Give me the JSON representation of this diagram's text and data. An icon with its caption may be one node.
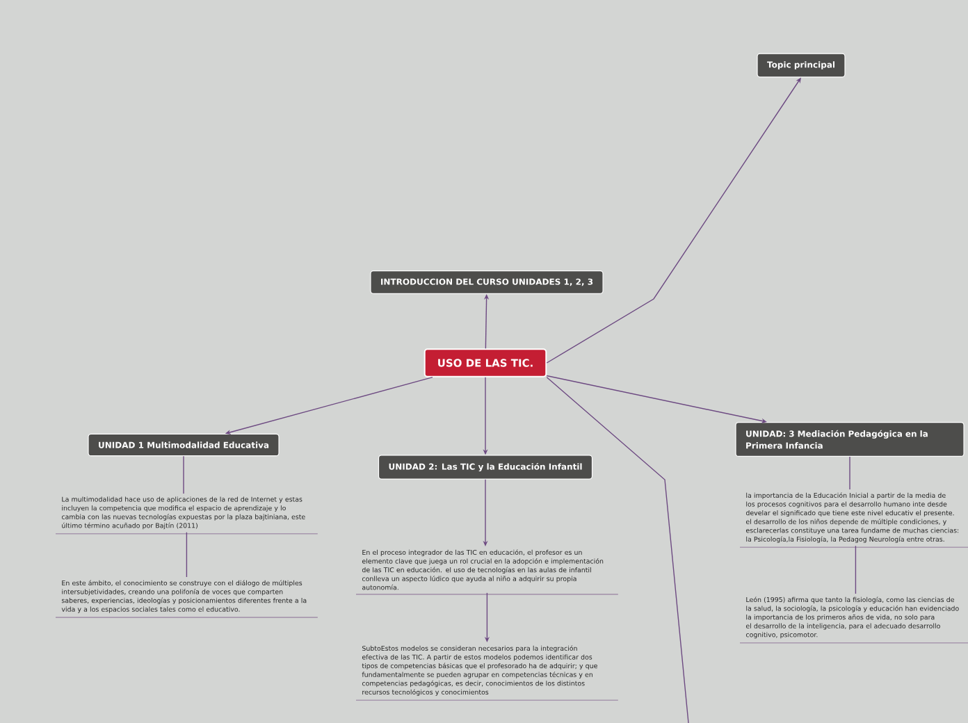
{
  "diagram": {
    "nodes": [
      {
        "text": [
          "USO DE LAS TIC."
        ]
      },
      {
        "text": [
          "Topic principal"
        ]
      },
      {
        "text": [
          "INTRODUCCION DEL CURSO UNIDADES 1, 2, 3"
        ]
      },
      {
        "text": [
          "UNIDAD 1 Multimodalidad Educativa"
        ]
      },
      {
        "text": [
          "UNIDAD 2: Las TIC y la Educación Infantil"
        ]
      },
      {
        "text": [
          "UNIDAD: 3  Mediación Pedagógica en la Primera Infancia"
        ]
      },
      {
        "text": [
          "La multimodalidad hace uso de aplicaciones de la red de Internet y estas incluyen la competencia que modifica el espacio de aprendizaje y lo cambia con las nuevas tecnologías expuestas por la plaza bajtiniana, este último término acuñado por Bajtín (2011)"
        ]
      },
      {
        "text": [
          "En este ámbito, el conocimiento se construye con el diálogo de múltiples intersubjetividades, creando una polifonía de voces que comparten saberes, experiencias, ideologías y posicionamientos diferentes frente a la vida y a los espacios sociales tales como el educativo."
        ]
      },
      {
        "text": [
          "En el proceso integrador de las TIC en educación, el profesor es un elemento clave que juega un rol crucial en la adopción e implementación de las TIC en educación. el uso de tecnologías en las aulas de infantil conlleva un aspecto lúdico que ayuda al niño a adquirir su propia autonomía."
        ]
      },
      {
        "text": [
          "SubtoEstos modelos se consideran necesarios para la integración efectiva de las TIC. A partir de estos modelos podemos identificar dos tipos de competencias básicas que el profesorado ha de adquirir; y que fundamentalmente se pueden agrupar en competencias técnicas y en competencias pedagógicas, es decir, conocimientos de los distintos recursos tecnológicos y conocimientos"
        ]
      },
      {
        "text": [
          "la importancia de la Educación Inicial a partir de la media de los procesos cognitivos para el desarrollo humano inte desde develar el significado que tiene este nivel educativ el presente. el desarrollo de los niños depende de múltiple condiciones, y esclarecerlas constituye una tarea fundame de muchas ciencias: la Psicología,la Fisiología, la Pedagog Neurología entre otras."
        ]
      },
      {
        "text": [
          "León (1995) afirma que tanto la fisiología, como las ciencias de la salud, la sociología, la psicología y educación han evidenciado la importancia de los primeros años de vida, no solo para el desarrollo de la inteligencia, para el adecuado desarrollo cognitivo, psicomotor."
        ]
      }
    ],
    "edges": [
      {
        "from": 0,
        "to": 1,
        "arrow": "to"
      },
      {
        "from": 0,
        "to": 2,
        "arrow": "to"
      },
      {
        "from": 0,
        "to": 3,
        "arrow": "to"
      },
      {
        "from": 0,
        "to": 4,
        "arrow": "to"
      },
      {
        "from": 0,
        "to": 5,
        "arrow": "to"
      },
      {
        "from": 0,
        "to": null,
        "arrow": "none"
      },
      {
        "from": 3,
        "to": 6,
        "arrow": "none"
      },
      {
        "from": 6,
        "to": 7,
        "arrow": "none"
      },
      {
        "from": 4,
        "to": 8,
        "arrow": "to"
      },
      {
        "from": 8,
        "to": 9,
        "arrow": "to"
      },
      {
        "from": 5,
        "to": 10,
        "arrow": "none"
      },
      {
        "from": 10,
        "to": 11,
        "arrow": "none"
      }
    ]
  }
}
